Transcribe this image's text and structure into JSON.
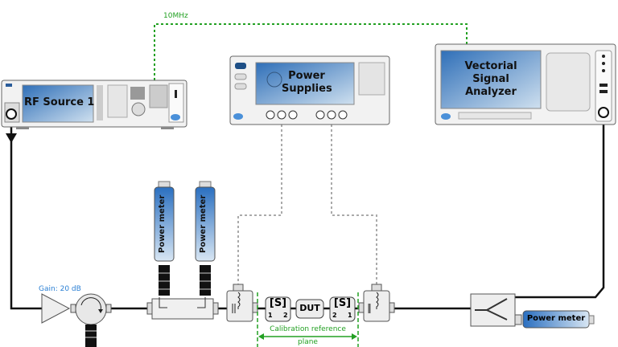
{
  "reference_clock": {
    "label": "10MHz"
  },
  "instruments": {
    "rf_source": {
      "label": "RF Source 1"
    },
    "power_supplies": {
      "label": "Power Supplies"
    },
    "analyzer": {
      "label": "Vectorial Signal Analyzer"
    }
  },
  "amplifier": {
    "label": "Gain: 20 dB"
  },
  "power_meters": [
    {
      "label": "Power meter"
    },
    {
      "label": "Power meter"
    },
    {
      "label": "Power meter"
    }
  ],
  "blocks": {
    "s_left": {
      "label": "[S]",
      "port_a": "1",
      "port_b": "2"
    },
    "dut": {
      "label": "DUT"
    },
    "s_right": {
      "label": "[S]",
      "port_a": "2",
      "port_b": "1"
    }
  },
  "calibration": {
    "line1": "Calibration reference",
    "line2": "plane"
  },
  "colors": {
    "green": "#22a022",
    "blue_label": "#2a7fd4",
    "screen": "#4a88c8"
  }
}
